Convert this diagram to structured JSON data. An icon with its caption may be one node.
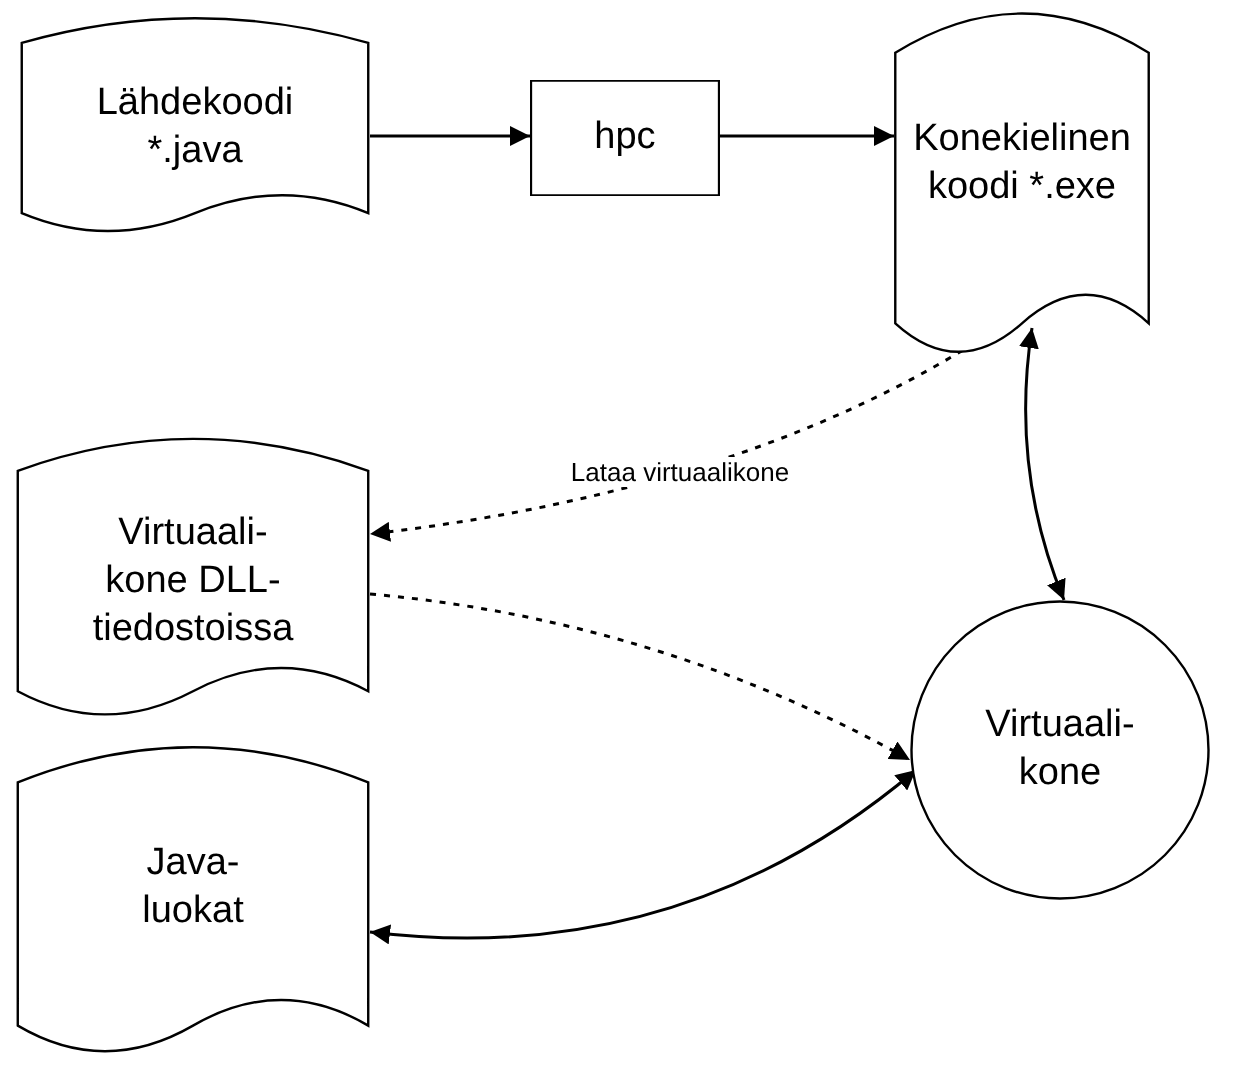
{
  "diagram": {
    "nodes": [
      {
        "text": [
          "Lähdekoodi *.java"
        ]
      },
      {
        "text": [
          "hpc"
        ]
      },
      {
        "text": [
          "Konekielinen koodi *.exe"
        ]
      },
      {
        "text": [
          "Virtuaali- kone DLL- tiedostoissa"
        ]
      },
      {
        "text": [
          "Virtuaali- kone"
        ]
      },
      {
        "text": [
          "Java- luokat"
        ]
      }
    ],
    "edges": [
      {
        "from": 0,
        "to": 1,
        "arrow": "to"
      },
      {
        "from": 1,
        "to": 2,
        "arrow": "to"
      },
      {
        "from": 2,
        "to": 3,
        "arrow": "to",
        "style": "dashed",
        "label": "Lataa virtuaalikone"
      },
      {
        "from": 2,
        "to": 4,
        "arrow": "both"
      },
      {
        "from": 3,
        "to": 4,
        "arrow": "to",
        "style": "dashed"
      },
      {
        "from": 5,
        "to": 4,
        "arrow": "both"
      }
    ]
  }
}
